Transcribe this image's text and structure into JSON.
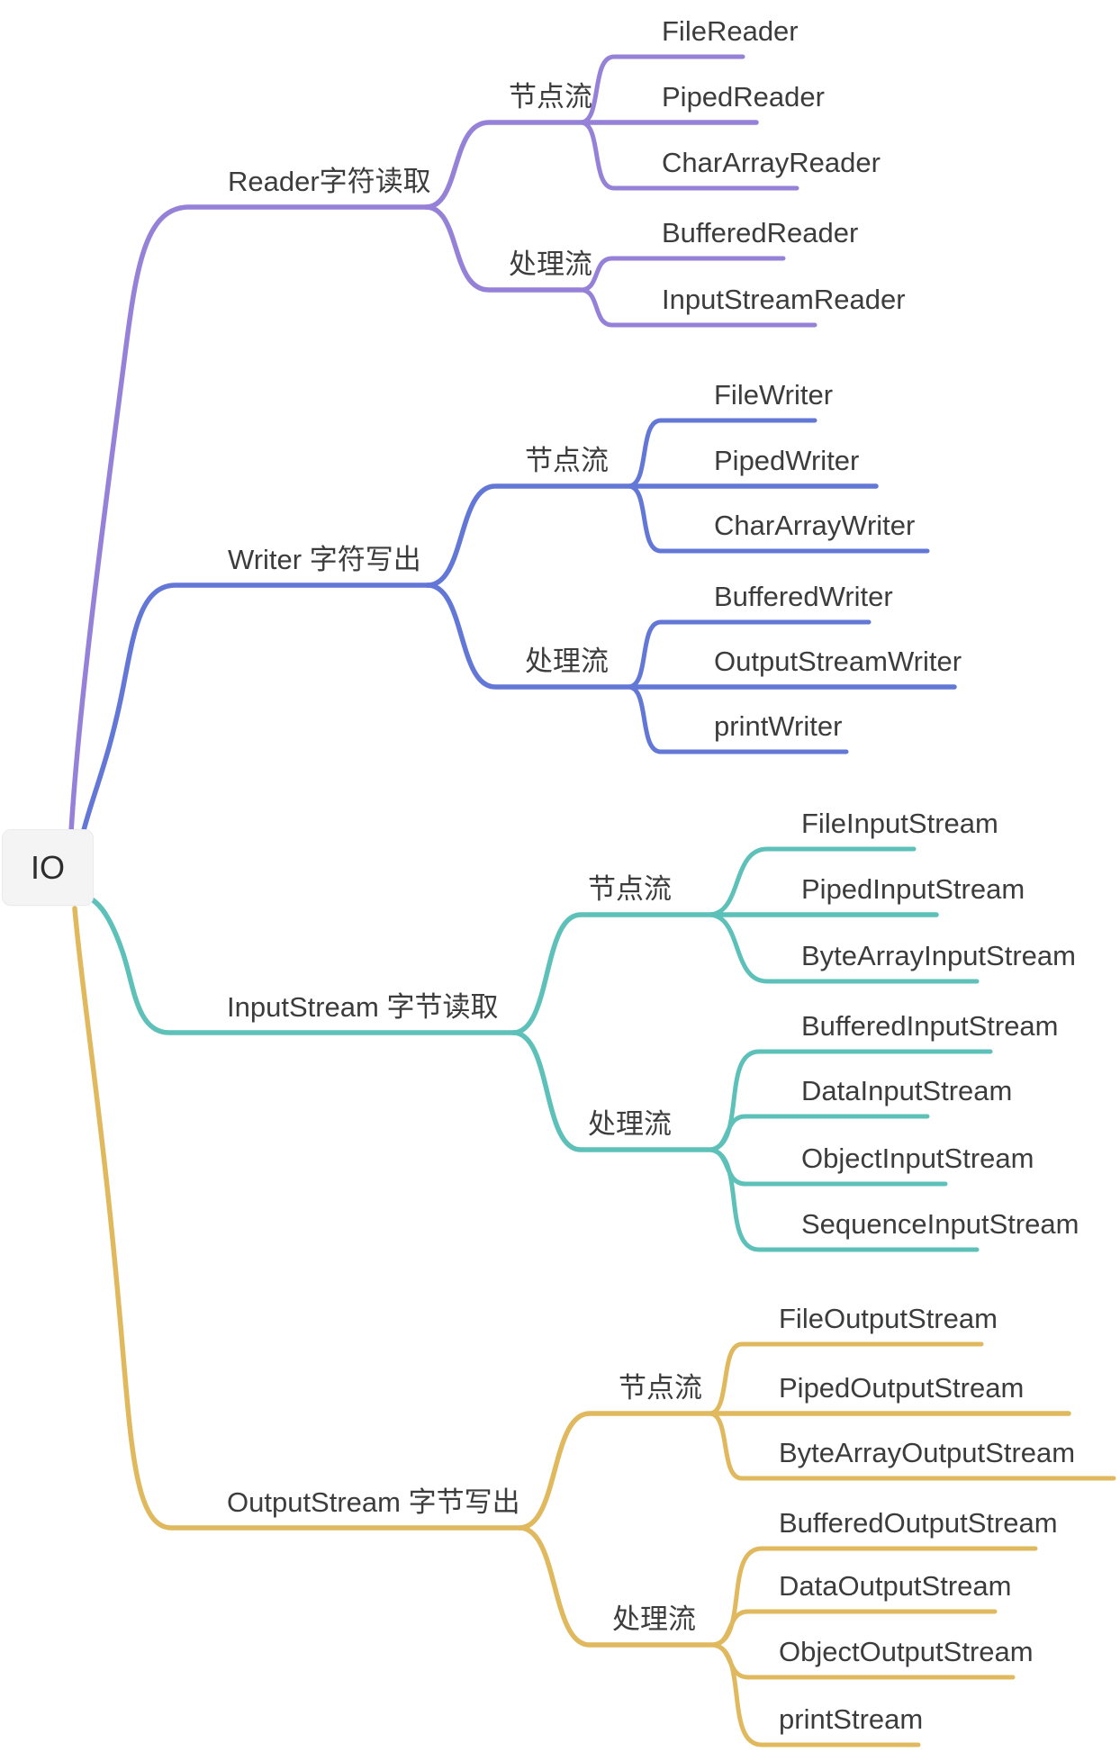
{
  "root": {
    "label": "IO"
  },
  "colors": {
    "reader": "#9681d9",
    "writer": "#6377d6",
    "inputstream": "#5ec1b9",
    "outputstream": "#e0b95f",
    "root_bg": "#f4f4f4",
    "text": "#3c3c3c"
  },
  "branches": [
    {
      "label": "Reader字符读取",
      "color": "#9681d9",
      "groups": [
        {
          "label": "节点流",
          "children": [
            "FileReader",
            "PipedReader",
            "CharArrayReader"
          ]
        },
        {
          "label": "处理流",
          "children": [
            "BufferedReader",
            "InputStreamReader"
          ]
        }
      ]
    },
    {
      "label": "Writer 字符写出",
      "color": "#6377d6",
      "groups": [
        {
          "label": "节点流",
          "children": [
            "FileWriter",
            "PipedWriter",
            "CharArrayWriter"
          ]
        },
        {
          "label": "处理流",
          "children": [
            "BufferedWriter",
            "OutputStreamWriter",
            "printWriter"
          ]
        }
      ]
    },
    {
      "label": "InputStream 字节读取",
      "color": "#5ec1b9",
      "groups": [
        {
          "label": "节点流",
          "children": [
            "FileInputStream",
            "PipedInputStream",
            "ByteArrayInputStream"
          ]
        },
        {
          "label": "处理流",
          "children": [
            "BufferedInputStream",
            "DataInputStream",
            "ObjectInputStream",
            "SequenceInputStream"
          ]
        }
      ]
    },
    {
      "label": "OutputStream 字节写出",
      "color": "#e0b95f",
      "groups": [
        {
          "label": "节点流",
          "children": [
            "FileOutputStream",
            "PipedOutputStream",
            "ByteArrayOutputStream"
          ]
        },
        {
          "label": "处理流",
          "children": [
            "BufferedOutputStream",
            "DataOutputStream",
            "ObjectOutputStream",
            "printStream"
          ]
        }
      ]
    }
  ]
}
